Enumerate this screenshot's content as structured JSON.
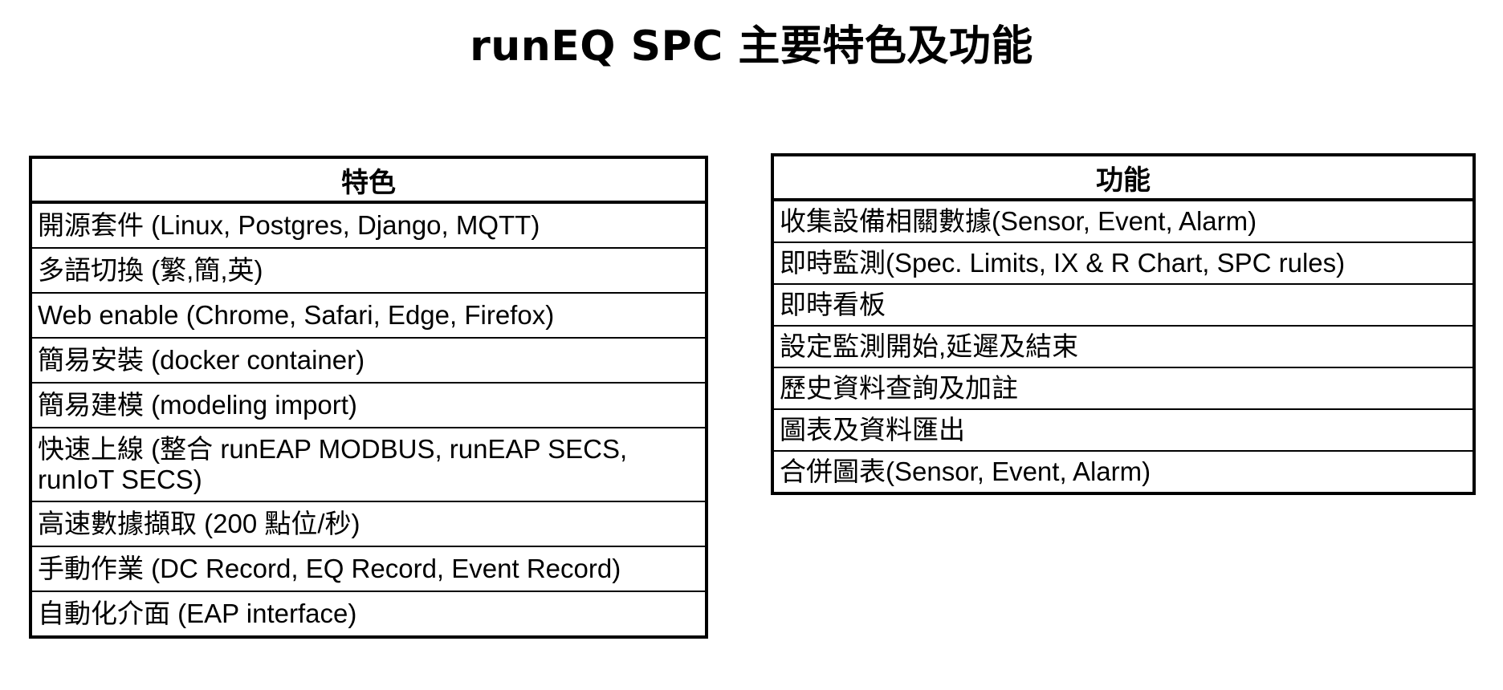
{
  "title": "runEQ SPC 主要特色及功能",
  "features_table": {
    "header": "特色",
    "rows": [
      "開源套件 (Linux, Postgres, Django, MQTT)",
      "多語切換 (繁,簡,英)",
      "Web enable (Chrome, Safari, Edge, Firefox)",
      "簡易安裝 (docker container)",
      "簡易建模 (modeling import)",
      "快速上線 (整合 runEAP MODBUS, runEAP SECS, runIoT SECS)",
      "高速數據擷取 (200 點位/秒)",
      "手動作業 (DC Record, EQ Record, Event Record)",
      "自動化介面 (EAP interface)"
    ]
  },
  "functions_table": {
    "header": "功能",
    "rows": [
      "收集設備相關數據(Sensor, Event, Alarm)",
      "即時監測(Spec. Limits, IX & R Chart, SPC rules)",
      "即時看板",
      "設定監測開始,延遲及結束",
      "歷史資料查詢及加註",
      "圖表及資料匯出",
      "合併圖表(Sensor, Event, Alarm)"
    ]
  }
}
